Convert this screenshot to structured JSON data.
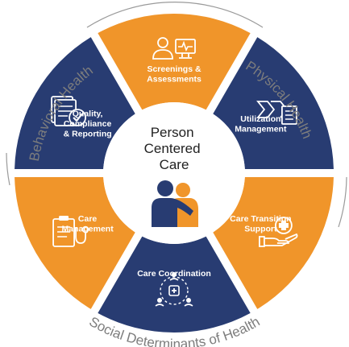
{
  "diagram": {
    "center": {
      "lines": [
        "Person",
        "Centered",
        "Care"
      ]
    },
    "segments": [
      {
        "lines": [
          "Screenings &",
          "Assessments"
        ],
        "icon": "doctor-monitor-icon"
      },
      {
        "lines": [
          "Utilization",
          "Management"
        ],
        "icon": "arrows-document-icon"
      },
      {
        "lines": [
          "Care Transition",
          "Support"
        ],
        "icon": "hand-medical-cross-icon"
      },
      {
        "lines": [
          "Care Coordination"
        ],
        "icon": "people-network-icon"
      },
      {
        "lines": [
          "Care",
          "Management"
        ],
        "icon": "clipboard-stethoscope-icon"
      },
      {
        "lines": [
          "Quality,",
          "Compliance",
          "& Reporting"
        ],
        "icon": "document-checkmark-icon"
      }
    ],
    "ring_labels": {
      "physical": "Physical Health",
      "behavioral": "Behavioral Health",
      "social": "Social Determinants of Health"
    },
    "colors": {
      "orange": "#f0952a",
      "navy": "#283c72",
      "ring_text": "#7d7d7d",
      "ring_arc": "#9a9a9a"
    }
  }
}
